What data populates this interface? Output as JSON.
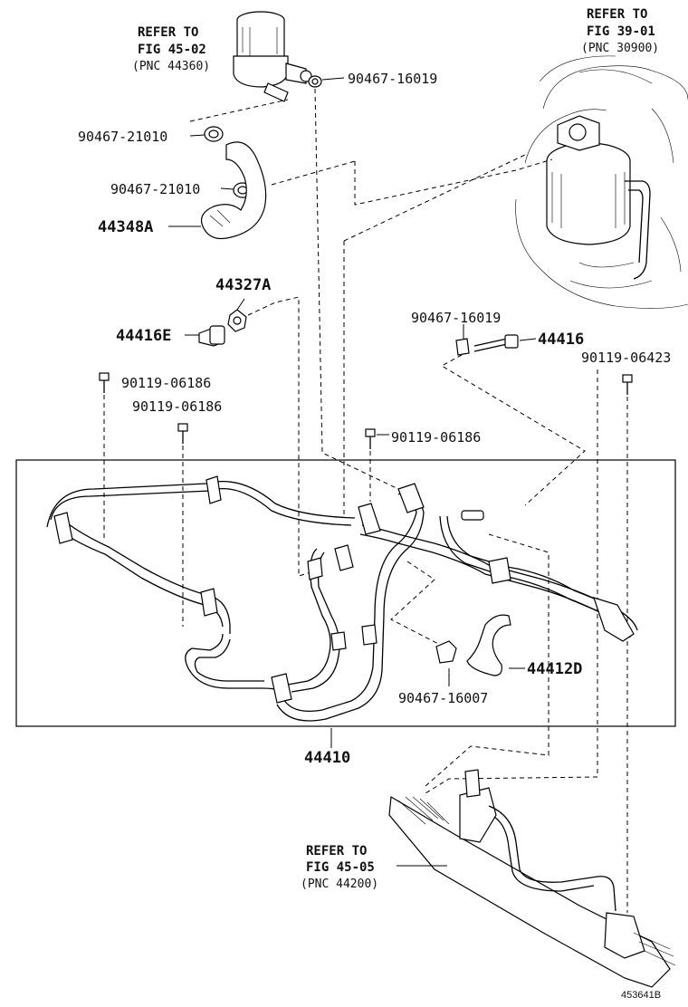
{
  "references": [
    {
      "line1": "REFER TO",
      "line2": "FIG 45-02",
      "pnc": "(PNC 44360)"
    },
    {
      "line1": "REFER TO",
      "line2": "FIG 39-01",
      "pnc": "(PNC 30900)"
    },
    {
      "line1": "REFER TO",
      "line2": "FIG 45-05",
      "pnc": "(PNC 44200)"
    }
  ],
  "parts": {
    "clamp_16019_top": "90467-16019",
    "clamp_21010_a": "90467-21010",
    "clamp_21010_b": "90467-21010",
    "hose_44348A": "44348A",
    "gasket_44327A": "44327A",
    "bolt_44416E": "44416E",
    "bolt_06186_a": "90119-06186",
    "bolt_06186_b": "90119-06186",
    "bolt_06186_c": "90119-06186",
    "clamp_16019_right": "90467-16019",
    "tube_44416": "44416",
    "bolt_06423": "90119-06423",
    "hose_44412D": "44412D",
    "clamp_16007": "90467-16007",
    "assembly_44410": "44410"
  },
  "footer_code": "453641B"
}
